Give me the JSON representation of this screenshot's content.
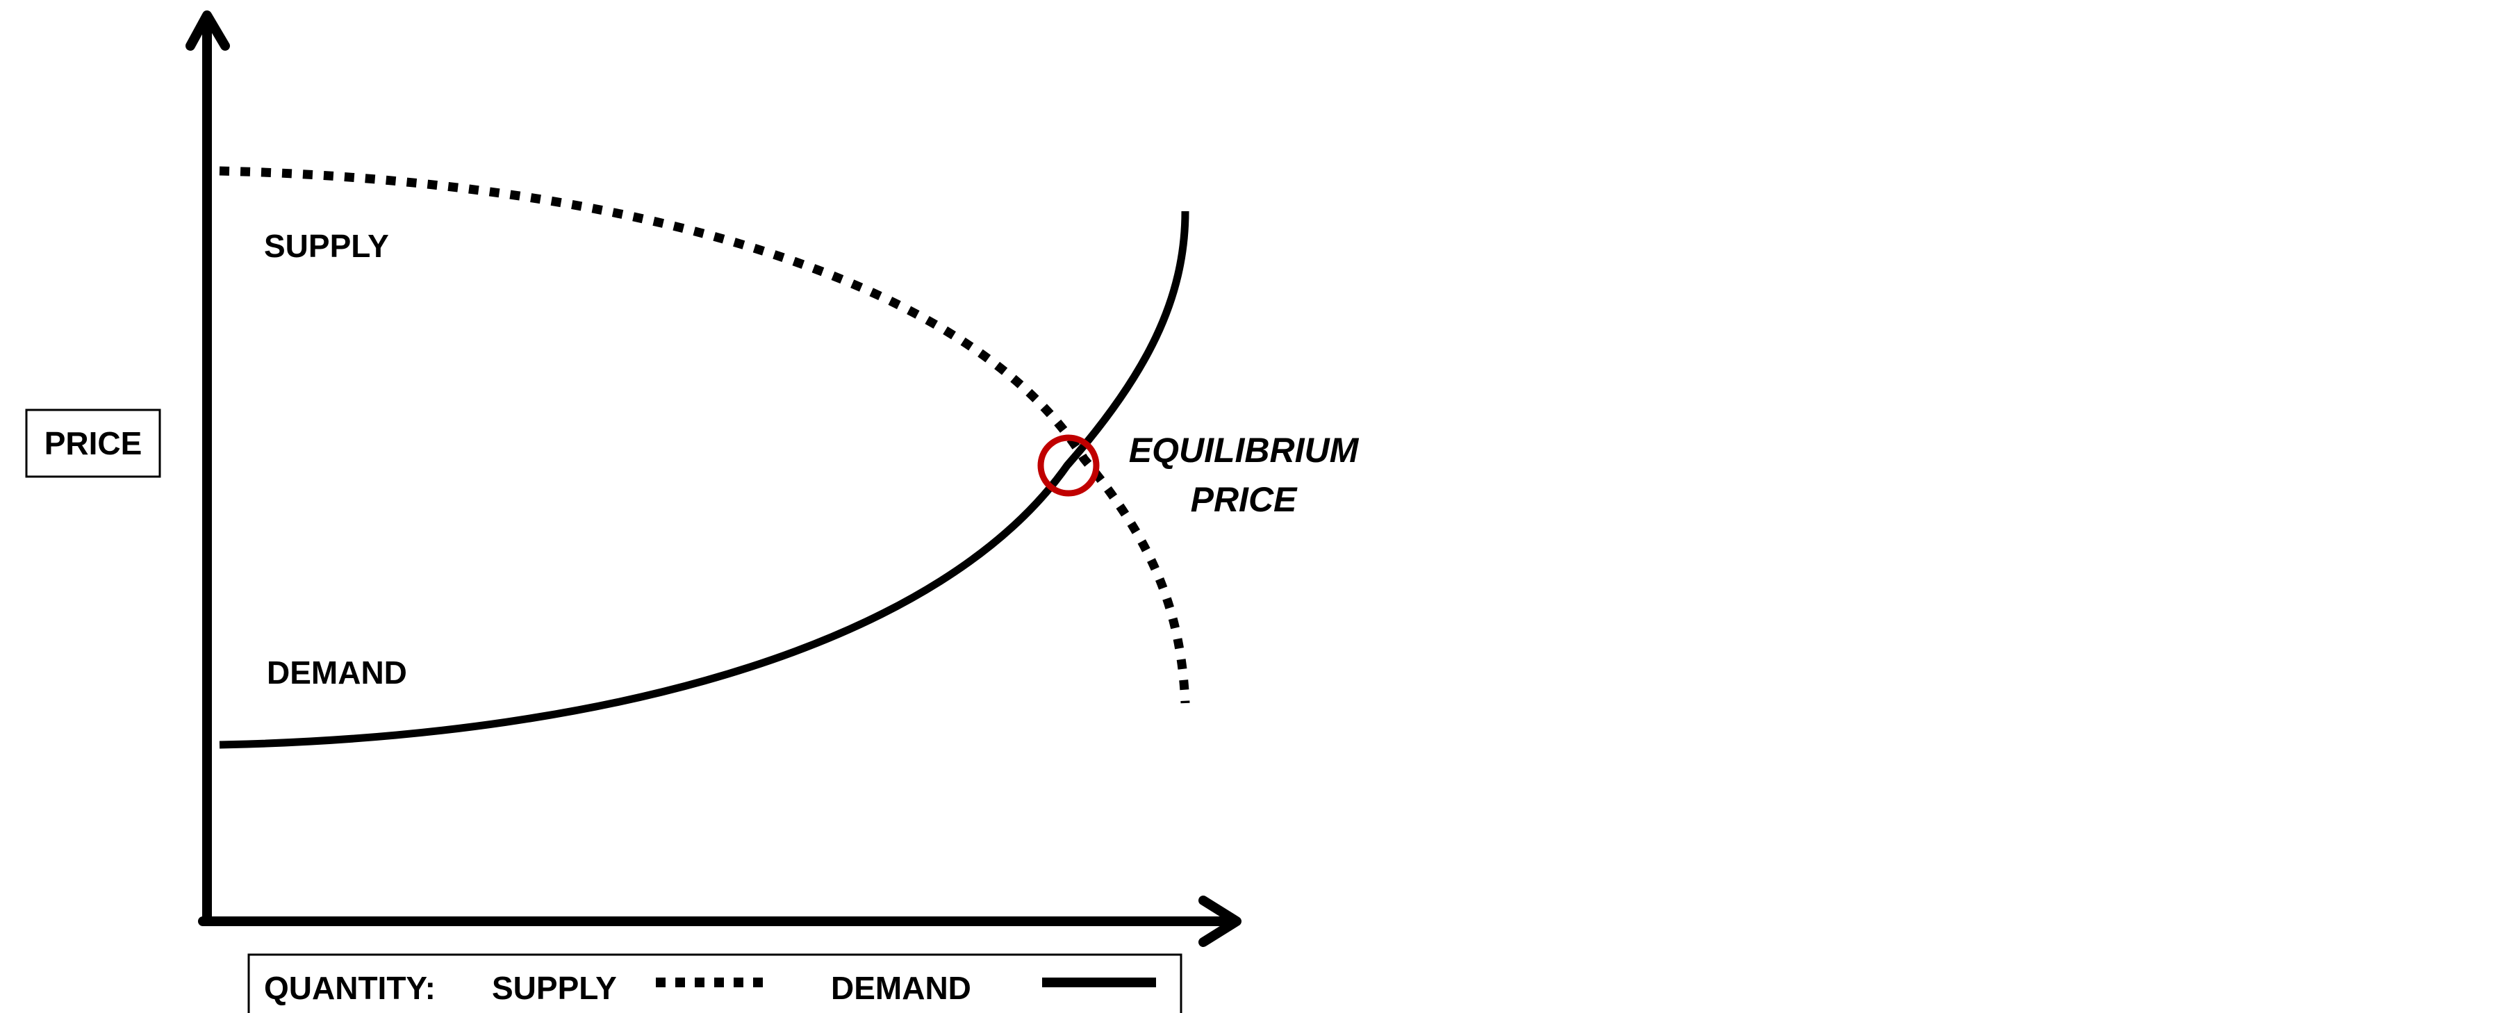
{
  "diagram": {
    "y_axis_label": "PRICE",
    "supply_label": "SUPPLY",
    "demand_label": "DEMAND",
    "equilibrium_line1": "EQUILIBRIUM",
    "equilibrium_line2": "PRICE",
    "legend": {
      "prefix": "QUANTITY:",
      "supply": "SUPPLY",
      "demand": "DEMAND"
    }
  },
  "colors": {
    "ink": "#000000",
    "equilibrium_marker": "#c00000",
    "background": "#ffffff"
  }
}
